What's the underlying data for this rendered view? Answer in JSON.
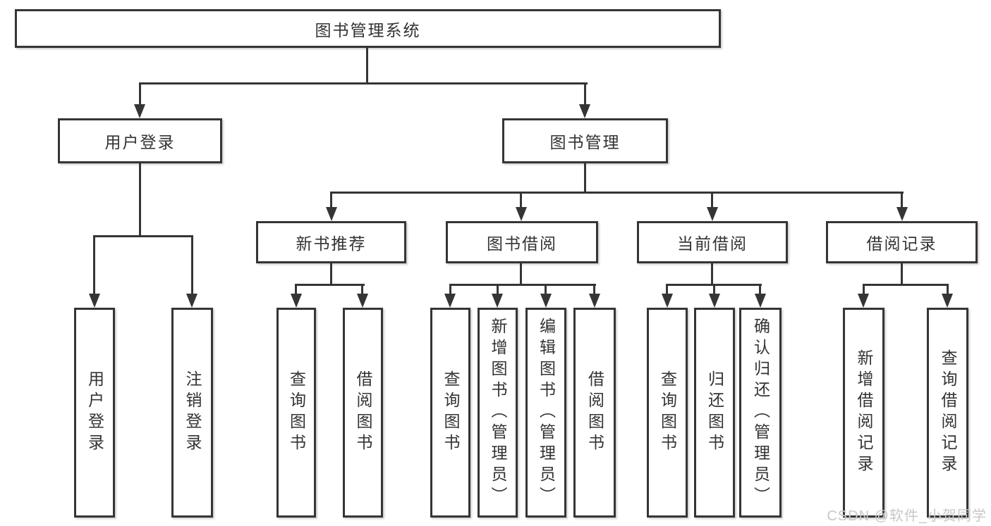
{
  "diagram": {
    "root": {
      "label": "图书管理系统"
    },
    "level2": [
      {
        "label": "用户登录"
      },
      {
        "label": "图书管理"
      }
    ],
    "level3": [
      {
        "label": "新书推荐"
      },
      {
        "label": "图书借阅"
      },
      {
        "label": "当前借阅"
      },
      {
        "label": "借阅记录"
      }
    ],
    "leaves": [
      {
        "label": "用户登录"
      },
      {
        "label": "注销登录"
      },
      {
        "label": "查询图书"
      },
      {
        "label": "借阅图书"
      },
      {
        "label": "查询图书"
      },
      {
        "label": "新增图书（管理员）"
      },
      {
        "label": "编辑图书（管理员）"
      },
      {
        "label": "借阅图书"
      },
      {
        "label": "查询图书"
      },
      {
        "label": "归还图书"
      },
      {
        "label": "确认归还（管理员）"
      },
      {
        "label": "新增借阅记录"
      },
      {
        "label": "查询借阅记录"
      }
    ]
  },
  "watermark": {
    "text": "CSDN @软件_小贺同学",
    "color": "#c8c8c8"
  },
  "colors": {
    "line": "#353535",
    "text": "#333333",
    "background": "#ffffff",
    "box_fill": "#ffffff"
  }
}
